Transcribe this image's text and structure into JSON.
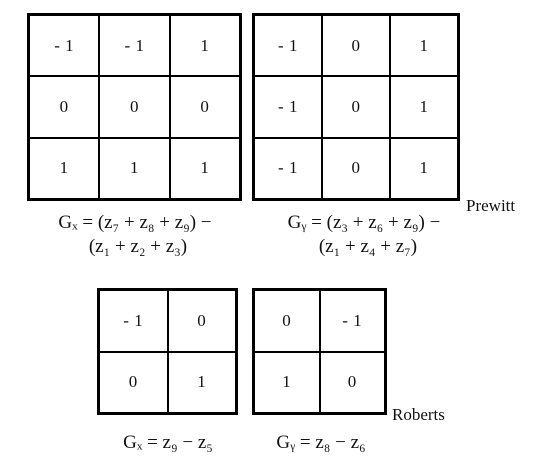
{
  "prewitt": {
    "gx": {
      "cells": [
        "- 1",
        "- 1",
        "1",
        "0",
        "0",
        "0",
        "1",
        "1",
        "1"
      ],
      "formula_line1": "Gₓ = (z₇ + z₈ + z₉) −",
      "formula_line2": "(z₁ + z₂ + z₃)"
    },
    "gy": {
      "cells": [
        "- 1",
        "0",
        "1",
        "- 1",
        "0",
        "1",
        "- 1",
        "0",
        "1"
      ],
      "formula_line1": "Gᵧ = (z₃ + z₆ + z₉) −",
      "formula_line2": "(z₁ + z₄ + z₇)"
    },
    "label": "Prewitt"
  },
  "roberts": {
    "gx": {
      "cells": [
        "- 1",
        "0",
        "0",
        "1"
      ],
      "formula": "Gₓ = z₉ − z₅"
    },
    "gy": {
      "cells": [
        "0",
        "- 1",
        "1",
        "0"
      ],
      "formula": "Gᵧ = z₈ − z₆"
    },
    "label": "Roberts"
  }
}
